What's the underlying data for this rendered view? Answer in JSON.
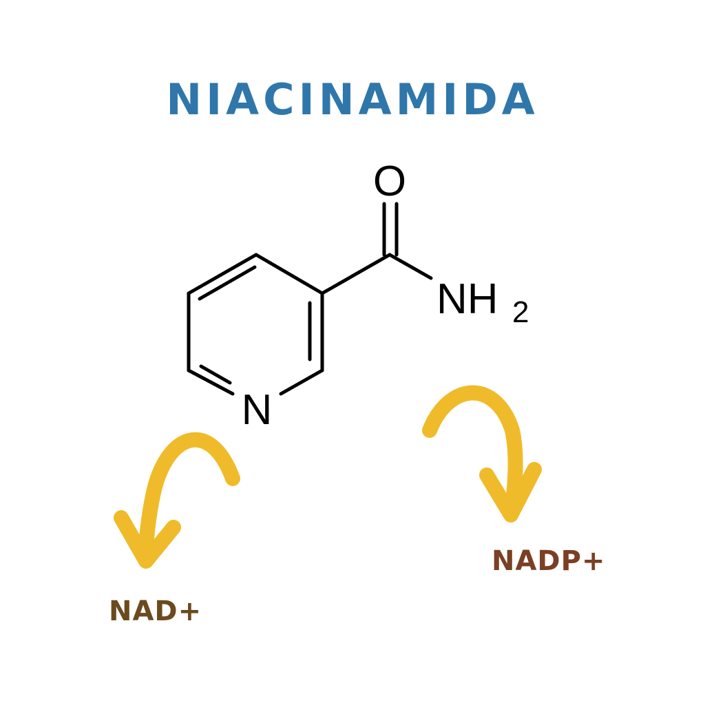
{
  "title": "NIACINAMIDA",
  "molecule": {
    "atoms": {
      "oxygen": "O",
      "amine_n": "NH",
      "amine_subscript": "2",
      "ring_n": "N"
    }
  },
  "products": {
    "left": "NAD+",
    "right": "NADP+"
  },
  "colors": {
    "title": "#2f77aa",
    "arrows": "#f0bb2a",
    "nad_label": "#6b4a1e",
    "nadp_label": "#7a3f24",
    "bonds": "#000000"
  },
  "icons": {
    "left_arrow": "curved-arrow-down-left",
    "right_arrow": "curved-arrow-down-right"
  }
}
